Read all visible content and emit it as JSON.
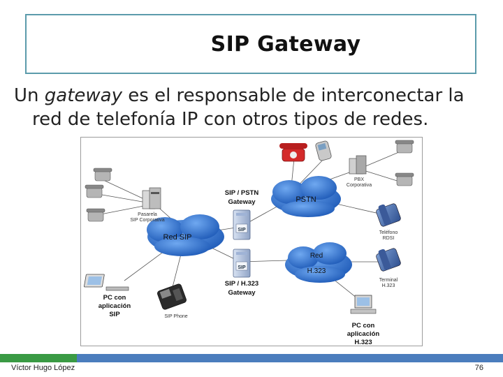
{
  "slide": {
    "title": "SIP Gateway",
    "body_prefix": "Un ",
    "body_italic": "gateway",
    "body_line1_rest": " es el responsable de interconectar la",
    "body_line2": "red de telefonía IP con otros tipos de redes."
  },
  "diagram": {
    "clouds": {
      "red_sip": "Red SIP",
      "pstn": "PSTN",
      "red_h323_line1": "Red",
      "red_h323_line2": "H.323"
    },
    "gateways": {
      "sip_pstn_line1": "SIP / PSTN",
      "sip_pstn_line2": "Gateway",
      "sip_h323_line1": "SIP / H.323",
      "sip_h323_line2": "Gateway",
      "badge": "SIP"
    },
    "devices": {
      "pasarela_line1": "Pasarela",
      "pasarela_line2": "SIP Corporativa",
      "pbx_line1": "PBX",
      "pbx_line2": "Corporativa",
      "telefono_line1": "Teléfono",
      "telefono_line2": "RDSI",
      "terminal_line1": "Terminal",
      "terminal_line2": "H.323",
      "pc_sip_line1": "PC con",
      "pc_sip_line2": "aplicación",
      "pc_sip_line3": "SIP",
      "sip_phone": "SIP Phone",
      "pc_h323_line1": "PC con",
      "pc_h323_line2": "aplicación",
      "pc_h323_line3": "H.323"
    }
  },
  "footer": {
    "author": "Víctor Hugo López",
    "page": "76"
  },
  "colors": {
    "title_border": "#5b9bab",
    "cloud": "#2f6fc8",
    "footer_green": "#3a9a44",
    "footer_blue": "#4b7dbd"
  }
}
